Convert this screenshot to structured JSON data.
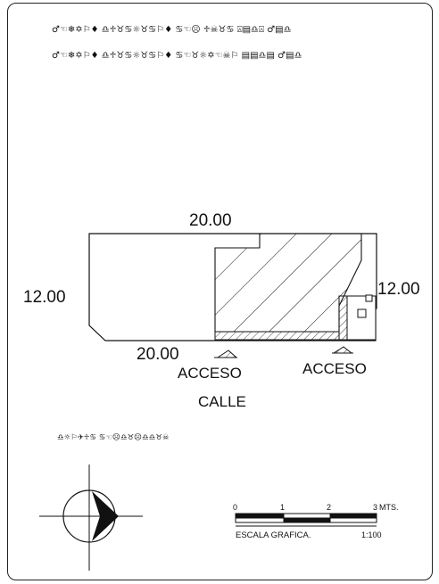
{
  "header": {
    "line1": "♂☜❄✡⚐♦ ♎♱♉♋☼♉♋⚐♦ ♋☜☹ ♱☠♉♋ ⍓▤♎⍓ ♂▤♎",
    "line2": "♂☜❄✡⚐♦ ♎♱♉♋☼♉♋⚐♦ ♋☜♉☼✡☜☠⚐ ▤▤♎▤ ♂▤♎"
  },
  "plan": {
    "top_dimension": "20.00",
    "left_dimension": "12.00",
    "right_dimension": "12.00",
    "bottom_dimension": "20.00",
    "access_left": "ACCESO",
    "access_right": "ACCESO",
    "street": "CALLE"
  },
  "note": "♎☼⚐✈♱♋ ♋☜☹♎♉☹♎♎♉☠",
  "scale": {
    "ticks": [
      "0",
      "1",
      "2",
      "3"
    ],
    "units": "MTS.",
    "caption": "ESCALA GRAFICA.",
    "ratio": "1:100"
  },
  "colors": {
    "line": "#111111",
    "background": "#ffffff"
  }
}
